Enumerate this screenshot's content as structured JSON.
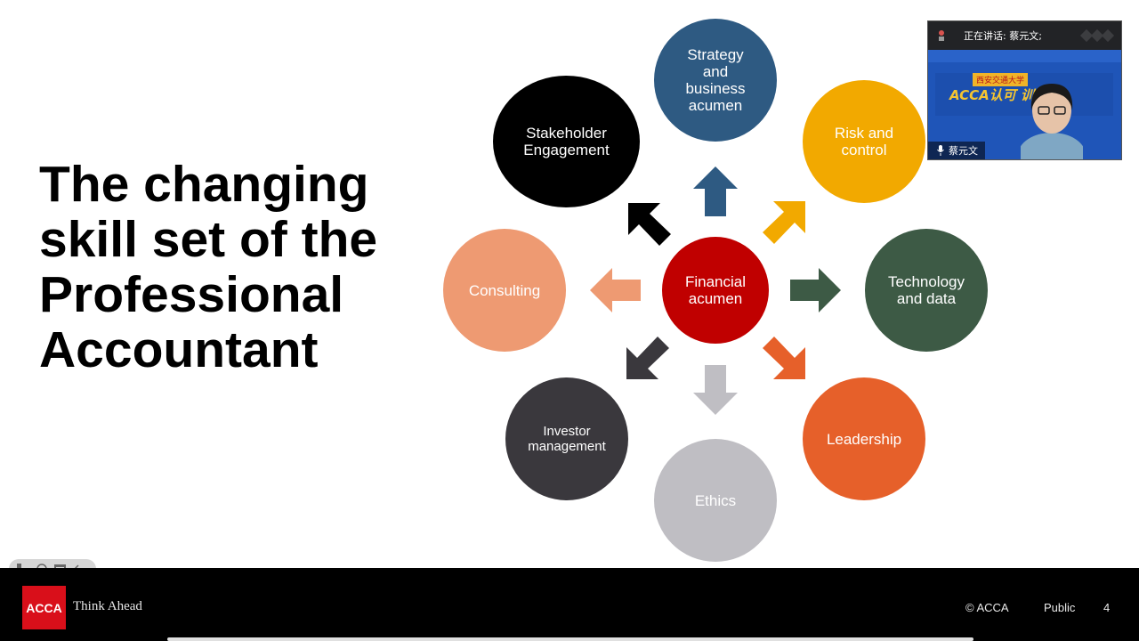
{
  "slide": {
    "title_lines": [
      "The changing",
      "skill set of the",
      "Professional",
      "Accountant"
    ],
    "center": {
      "label": "Financial acumen",
      "color": "#c00000"
    },
    "skills": [
      {
        "label": "Strategy and business acumen",
        "color": "#2e5a82"
      },
      {
        "label": "Risk and control",
        "color": "#f2a900"
      },
      {
        "label": "Technology and data",
        "color": "#3d5a45"
      },
      {
        "label": "Leadership",
        "color": "#e6602a"
      },
      {
        "label": "Ethics",
        "color": "#bfbec3"
      },
      {
        "label": "Investor management",
        "color": "#3a383d"
      },
      {
        "label": "Consulting",
        "color": "#ee9a72"
      },
      {
        "label": "Stakeholder Engagement",
        "color": "#000000"
      }
    ]
  },
  "video": {
    "speaking_label": "正在讲话: 蔡元文;",
    "banner_top": "西安交通大学",
    "banner_main": "ACCA认可      训基地",
    "participant_name": "蔡元文"
  },
  "footer": {
    "logo_text": "ACCA",
    "tagline": "Think Ahead",
    "copyright": "© ACCA",
    "classification": "Public",
    "page_number": "4"
  }
}
